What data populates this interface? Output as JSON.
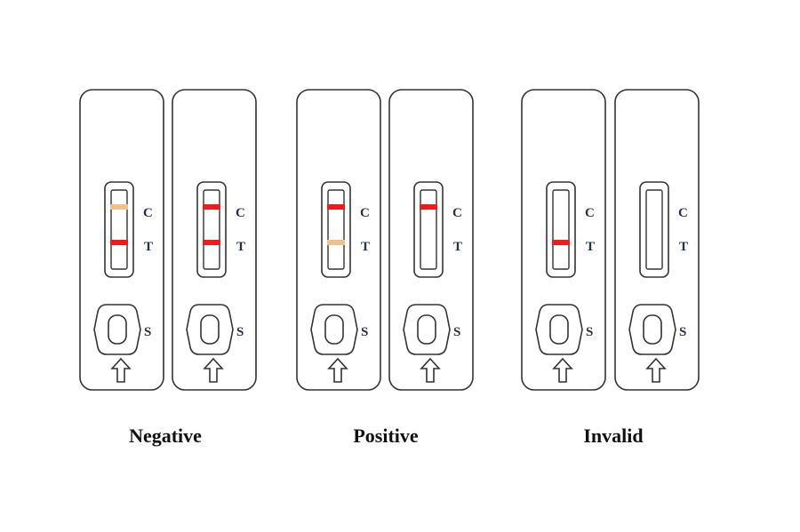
{
  "labels": {
    "control": "C",
    "test": "T",
    "sample": "S"
  },
  "colors": {
    "strong_line": "#ee1c1c",
    "faint_line": "#f2c08a",
    "outline": "#333333",
    "letter": "#26304a"
  },
  "groups": [
    {
      "name": "Negative",
      "cassettes": [
        {
          "control_line": "faint",
          "test_line": "strong"
        },
        {
          "control_line": "strong",
          "test_line": "strong"
        }
      ]
    },
    {
      "name": "Positive",
      "cassettes": [
        {
          "control_line": "strong",
          "test_line": "faint"
        },
        {
          "control_line": "strong",
          "test_line": "none"
        }
      ]
    },
    {
      "name": "Invalid",
      "cassettes": [
        {
          "control_line": "none",
          "test_line": "strong"
        },
        {
          "control_line": "none",
          "test_line": "none"
        }
      ]
    }
  ]
}
